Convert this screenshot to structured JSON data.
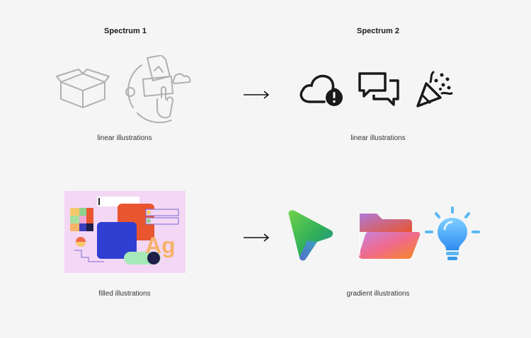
{
  "headings": {
    "left": "Spectrum 1",
    "right": "Spectrum 2"
  },
  "captions": {
    "top_left": "linear illustrations",
    "top_right": "linear illustrations",
    "bottom_left": "filled illustrations",
    "bottom_right": "gradient illustrations"
  },
  "filled_illustration": {
    "text": "Ag"
  },
  "icons": {
    "s1_linear": [
      "box-icon",
      "cloud-document-hand-icon"
    ],
    "s2_linear": [
      "cloud-alert-icon",
      "chat-bubbles-icon",
      "party-popper-icon"
    ],
    "s2_gradient": [
      "play-arrow-icon",
      "folder-icon",
      "lightbulb-icon"
    ]
  },
  "colors": {
    "s1_line": "#b0b0b0",
    "s2_line": "#1a1a1a",
    "filled_bg": "#f3d7f5"
  }
}
